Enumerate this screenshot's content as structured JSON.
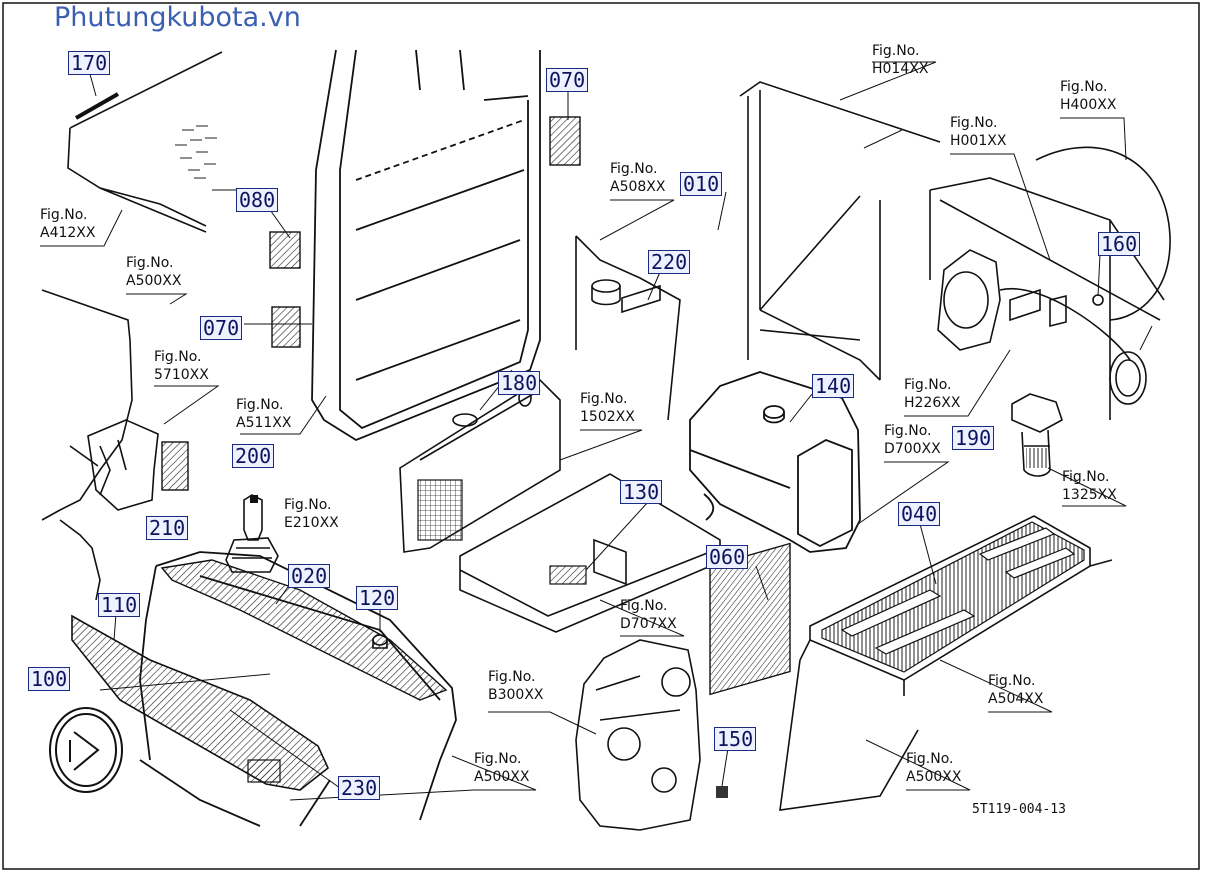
{
  "watermark": "Phutungkubota.vn",
  "drawing_code": "5T119-004-13",
  "part_labels": {
    "p170": "170",
    "p080": "080",
    "p070a": "070",
    "p070b": "070",
    "p010": "010",
    "p220": "220",
    "p160": "160",
    "p180": "180",
    "p140": "140",
    "p190": "190",
    "p200": "200",
    "p210": "210",
    "p130": "130",
    "p040": "040",
    "p020": "020",
    "p120": "120",
    "p110": "110",
    "p060": "060",
    "p100": "100",
    "p150": "150",
    "p230": "230"
  },
  "fig_refs": {
    "f1": {
      "prefix": "Fig.No.",
      "code": "A412XX"
    },
    "f2": {
      "prefix": "Fig.No.",
      "code": "A500XX"
    },
    "f3": {
      "prefix": "Fig.No.",
      "code": "5710XX"
    },
    "f4": {
      "prefix": "Fig.No.",
      "code": "A511XX"
    },
    "f5": {
      "prefix": "Fig.No.",
      "code": "E210XX"
    },
    "f6": {
      "prefix": "Fig.No.",
      "code": "A508XX"
    },
    "f7": {
      "prefix": "Fig.No.",
      "code": "1502XX"
    },
    "f8": {
      "prefix": "Fig.No.",
      "code": "D707XX"
    },
    "f9": {
      "prefix": "Fig.No.",
      "code": "B300XX"
    },
    "f10": {
      "prefix": "Fig.No.",
      "code": "A500XX"
    },
    "f11": {
      "prefix": "Fig.No.",
      "code": "H014XX"
    },
    "f12": {
      "prefix": "Fig.No.",
      "code": "H400XX"
    },
    "f13": {
      "prefix": "Fig.No.",
      "code": "H001XX"
    },
    "f14": {
      "prefix": "Fig.No.",
      "code": "H226XX"
    },
    "f15": {
      "prefix": "Fig.No.",
      "code": "D700XX"
    },
    "f16": {
      "prefix": "Fig.No.",
      "code": "1325XX"
    },
    "f17": {
      "prefix": "Fig.No.",
      "code": "A504XX"
    },
    "f18": {
      "prefix": "Fig.No.",
      "code": "A500XX"
    }
  },
  "colors": {
    "label_border": "#1b2b80",
    "label_fill": "#eef1ff",
    "line": "#111111",
    "watermark": "#3b5fb0"
  }
}
